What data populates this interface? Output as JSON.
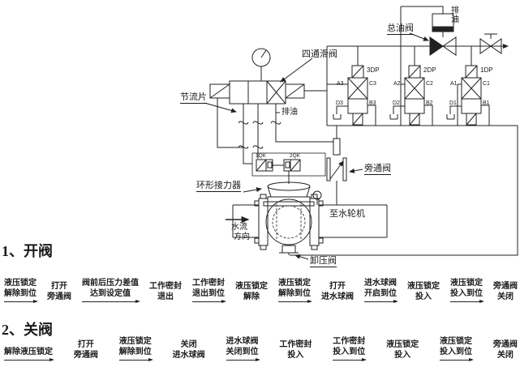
{
  "diagram": {
    "labels": {
      "drain_oil_top": "排油",
      "main_oil_valve": "总油阀",
      "four_way_valve": "四通滑阀",
      "throttle_plate": "节流片",
      "drain_oil_mid": "排油",
      "bypass_valve": "旁通阀",
      "ring_servomotor": "环形接力器",
      "to_turbine": "至水轮机",
      "water_flow_1": "水流",
      "water_flow_2": "方向",
      "relief_valve": "卸压阀",
      "limit_switch_1": "1QK",
      "limit_switch_2": "2QK"
    },
    "dp_valves": [
      {
        "name": "3DP",
        "port_a": "A3",
        "port_c": "C3",
        "port_d": "D3",
        "port_b": "B3"
      },
      {
        "name": "2DP",
        "port_a": "A2",
        "port_c": "C2",
        "port_d": "D2",
        "port_b": "B2"
      },
      {
        "name": "1DP",
        "port_a": "A1",
        "port_c": "C1",
        "port_d": "D1",
        "port_b": "B1"
      }
    ],
    "line_color": "#222222"
  },
  "flows": [
    {
      "title": "1、开阀",
      "steps": [
        {
          "l1": "液压锁定",
          "l2": "解除到位"
        },
        {
          "l1": "打开",
          "l2": "旁通阀"
        },
        {
          "l1": "阀前后压力差值",
          "l2": "达到设定值"
        },
        {
          "l1": "工作密封",
          "l2": "退出"
        },
        {
          "l1": "工作密封",
          "l2": "退出到位"
        },
        {
          "l1": "液压锁定",
          "l2": "解除"
        },
        {
          "l1": "液压锁定",
          "l2": "解除到位"
        },
        {
          "l1": "打开",
          "l2": "进水球阀"
        },
        {
          "l1": "进水球阀",
          "l2": "开启到位"
        },
        {
          "l1": "液压锁定",
          "l2": "投入"
        },
        {
          "l1": "液压锁定",
          "l2": "投入到位"
        },
        {
          "l1": "旁通阀",
          "l2": "关闭"
        }
      ]
    },
    {
      "title": "2、关阀",
      "steps": [
        {
          "l1": "解除液压锁定",
          "l2": ""
        },
        {
          "l1": "打开",
          "l2": "旁通阀"
        },
        {
          "l1": "液压锁定",
          "l2": "解除到位"
        },
        {
          "l1": "关闭",
          "l2": "进水球阀"
        },
        {
          "l1": "进水球阀",
          "l2": "关闭到位"
        },
        {
          "l1": "工作密封",
          "l2": "投入"
        },
        {
          "l1": "工作密封",
          "l2": "投入到位"
        },
        {
          "l1": "液压锁定",
          "l2": "投入"
        },
        {
          "l1": "液压锁定",
          "l2": "投入到位"
        },
        {
          "l1": "旁通阀",
          "l2": "关闭"
        }
      ]
    }
  ]
}
